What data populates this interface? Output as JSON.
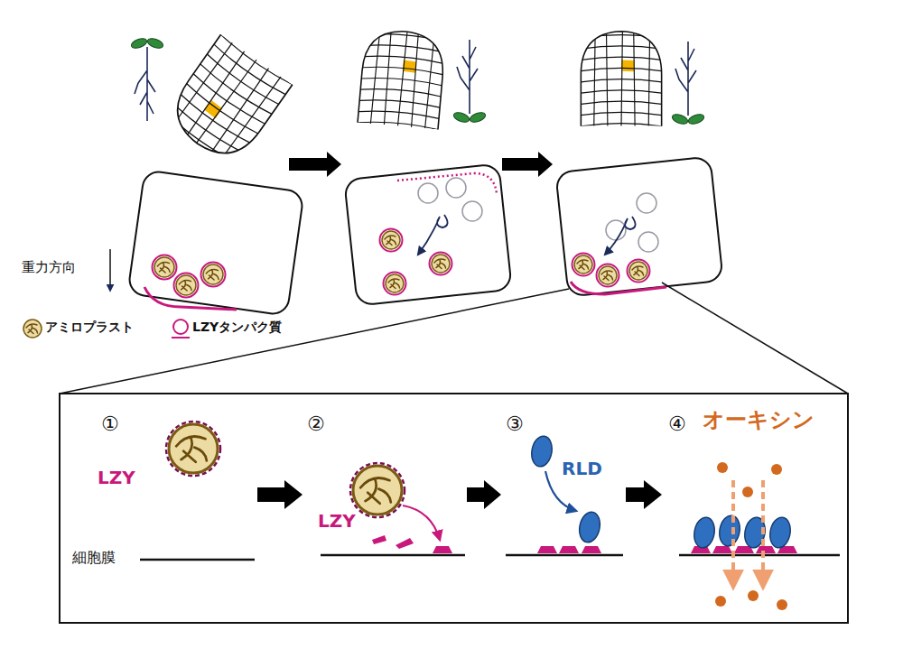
{
  "diagram": {
    "nodes": [
      {
        "text": [
          "①",
          "LZY"
        ]
      },
      {
        "text": [
          "②",
          "LZY"
        ]
      },
      {
        "text": [
          "③",
          "RLD"
        ]
      },
      {
        "text": [
          "④",
          "オーキシン"
        ]
      }
    ],
    "edges": [
      {
        "from": 0,
        "to": 1,
        "arrow": "to"
      },
      {
        "from": 1,
        "to": 2,
        "arrow": "to"
      },
      {
        "from": 2,
        "to": 3,
        "arrow": "to"
      }
    ],
    "labels": [
      "重力方向",
      "細胞膜"
    ],
    "legend": [
      {
        "text": "アミロプラスト"
      },
      {
        "text": "LZYタンパク質"
      }
    ]
  }
}
